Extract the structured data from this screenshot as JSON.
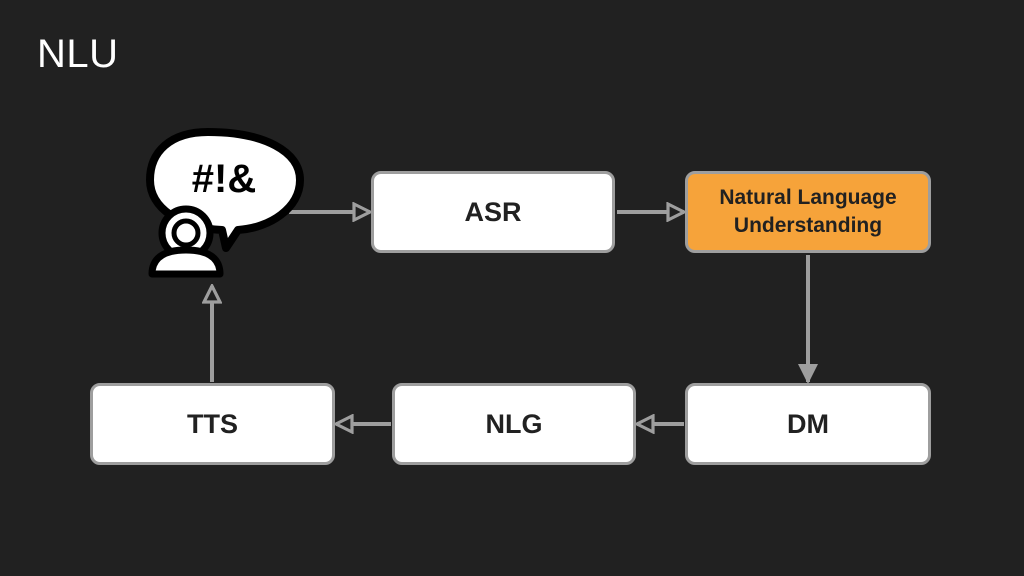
{
  "slide": {
    "title": "NLU"
  },
  "diagram": {
    "user_icon_text": "#!&",
    "nodes": {
      "asr": "ASR",
      "nlu": "Natural Language\nUnderstanding",
      "dm": "DM",
      "nlg": "NLG",
      "tts": "TTS"
    },
    "icons": {
      "user": "speaking-user-icon"
    }
  },
  "colors": {
    "background": "#212121",
    "box_fill": "#ffffff",
    "box_border": "#9e9e9e",
    "highlight": "#f6a33a",
    "arrow": "#9e9e9e",
    "text": "#212121",
    "title": "#ffffff"
  }
}
